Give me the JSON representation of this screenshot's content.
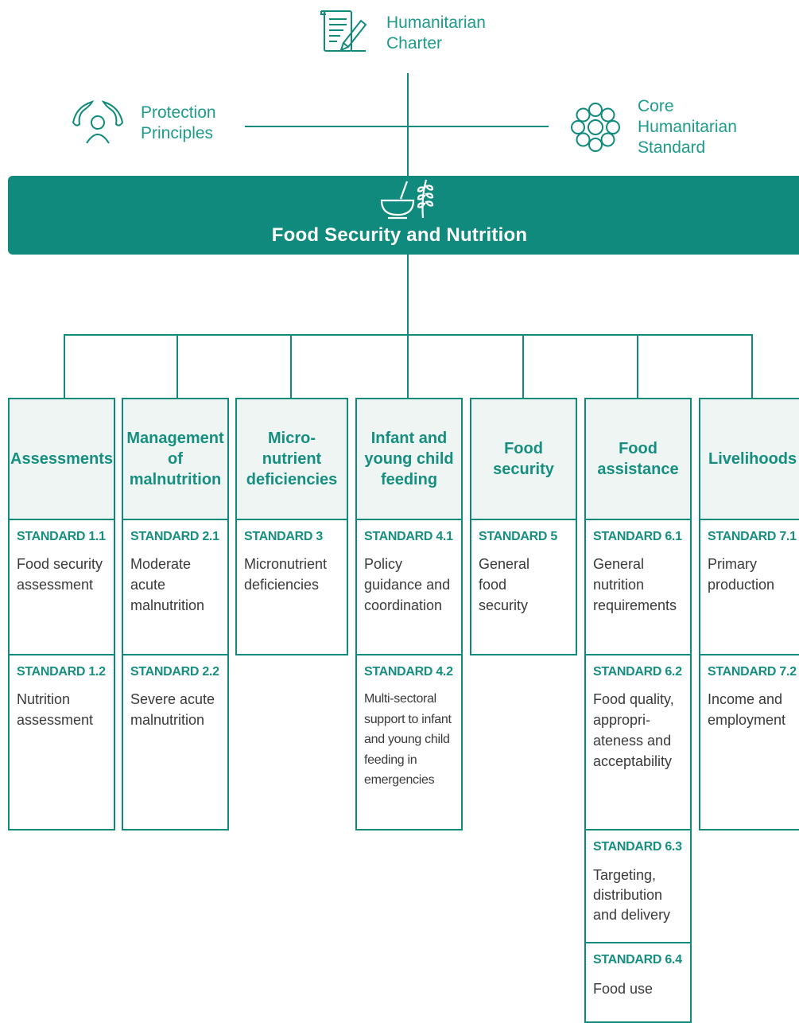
{
  "frameworks": {
    "charter": {
      "line1": "Humanitarian",
      "line2": "Charter",
      "icon": "charter-document-icon"
    },
    "protection": {
      "line1": "Protection",
      "line2": "Principles",
      "icon": "protection-hands-icon"
    },
    "core": {
      "line1": "Core",
      "line2": "Humanitarian",
      "line3": "Standard",
      "icon": "core-standard-flower-icon"
    }
  },
  "banner": {
    "title": "Food Security and Nutrition",
    "icon": "bowl-and-wheat-icon"
  },
  "colors": {
    "primary": "#0f8a7c",
    "header_bg": "#eef5f3",
    "text": "#3a3a3a"
  },
  "columns": [
    {
      "heading": "Assessments",
      "standards": [
        {
          "label": "STANDARD 1.1",
          "title": "Food security assessment"
        },
        {
          "label": "STANDARD 1.2",
          "title": "Nutrition assessment"
        }
      ]
    },
    {
      "heading": "Management of malnutrition",
      "standards": [
        {
          "label": "STANDARD 2.1",
          "title": "Moderate acute malnutrition"
        },
        {
          "label": "STANDARD 2.2",
          "title": "Severe acute malnutrition"
        }
      ]
    },
    {
      "heading": "Micro-nutrient deficiencies",
      "standards": [
        {
          "label": "STANDARD 3",
          "title": "Micronutrient deficiencies"
        }
      ]
    },
    {
      "heading": "Infant and young child feeding",
      "standards": [
        {
          "label": "STANDARD 4.1",
          "title": "Policy guidance and coordination"
        },
        {
          "label": "STANDARD 4.2",
          "title": "Multi-sectoral support to infant and young child feeding in emergencies"
        }
      ]
    },
    {
      "heading": "Food security",
      "standards": [
        {
          "label": "STANDARD 5",
          "title": "General food security"
        }
      ]
    },
    {
      "heading": "Food assistance",
      "standards": [
        {
          "label": "STANDARD 6.1",
          "title": "General nutrition requirements"
        },
        {
          "label": "STANDARD 6.2",
          "title": "Food quality, appropri-ateness and acceptability"
        },
        {
          "label": "STANDARD 6.3",
          "title": "Targeting, distribution and delivery"
        },
        {
          "label": "STANDARD 6.4",
          "title": "Food use"
        }
      ]
    },
    {
      "heading": "Livelihoods",
      "standards": [
        {
          "label": "STANDARD 7.1",
          "title": "Primary production"
        },
        {
          "label": "STANDARD 7.2",
          "title": "Income and employment"
        }
      ]
    }
  ]
}
